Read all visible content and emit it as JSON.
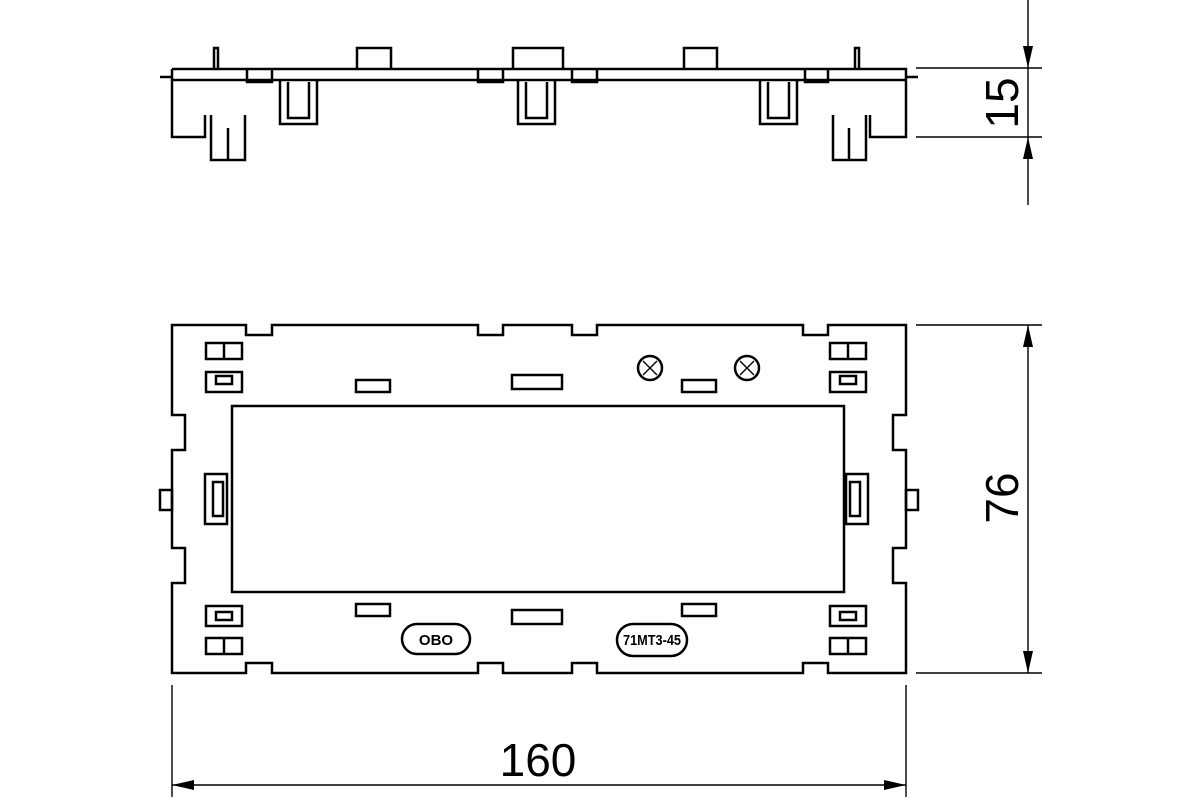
{
  "dimensions": {
    "height": "15",
    "depth": "76",
    "length": "160"
  },
  "markings": {
    "brand": "OBO",
    "part_number": "71MT3-45"
  },
  "colors": {
    "line": "#000000",
    "background": "#ffffff"
  }
}
